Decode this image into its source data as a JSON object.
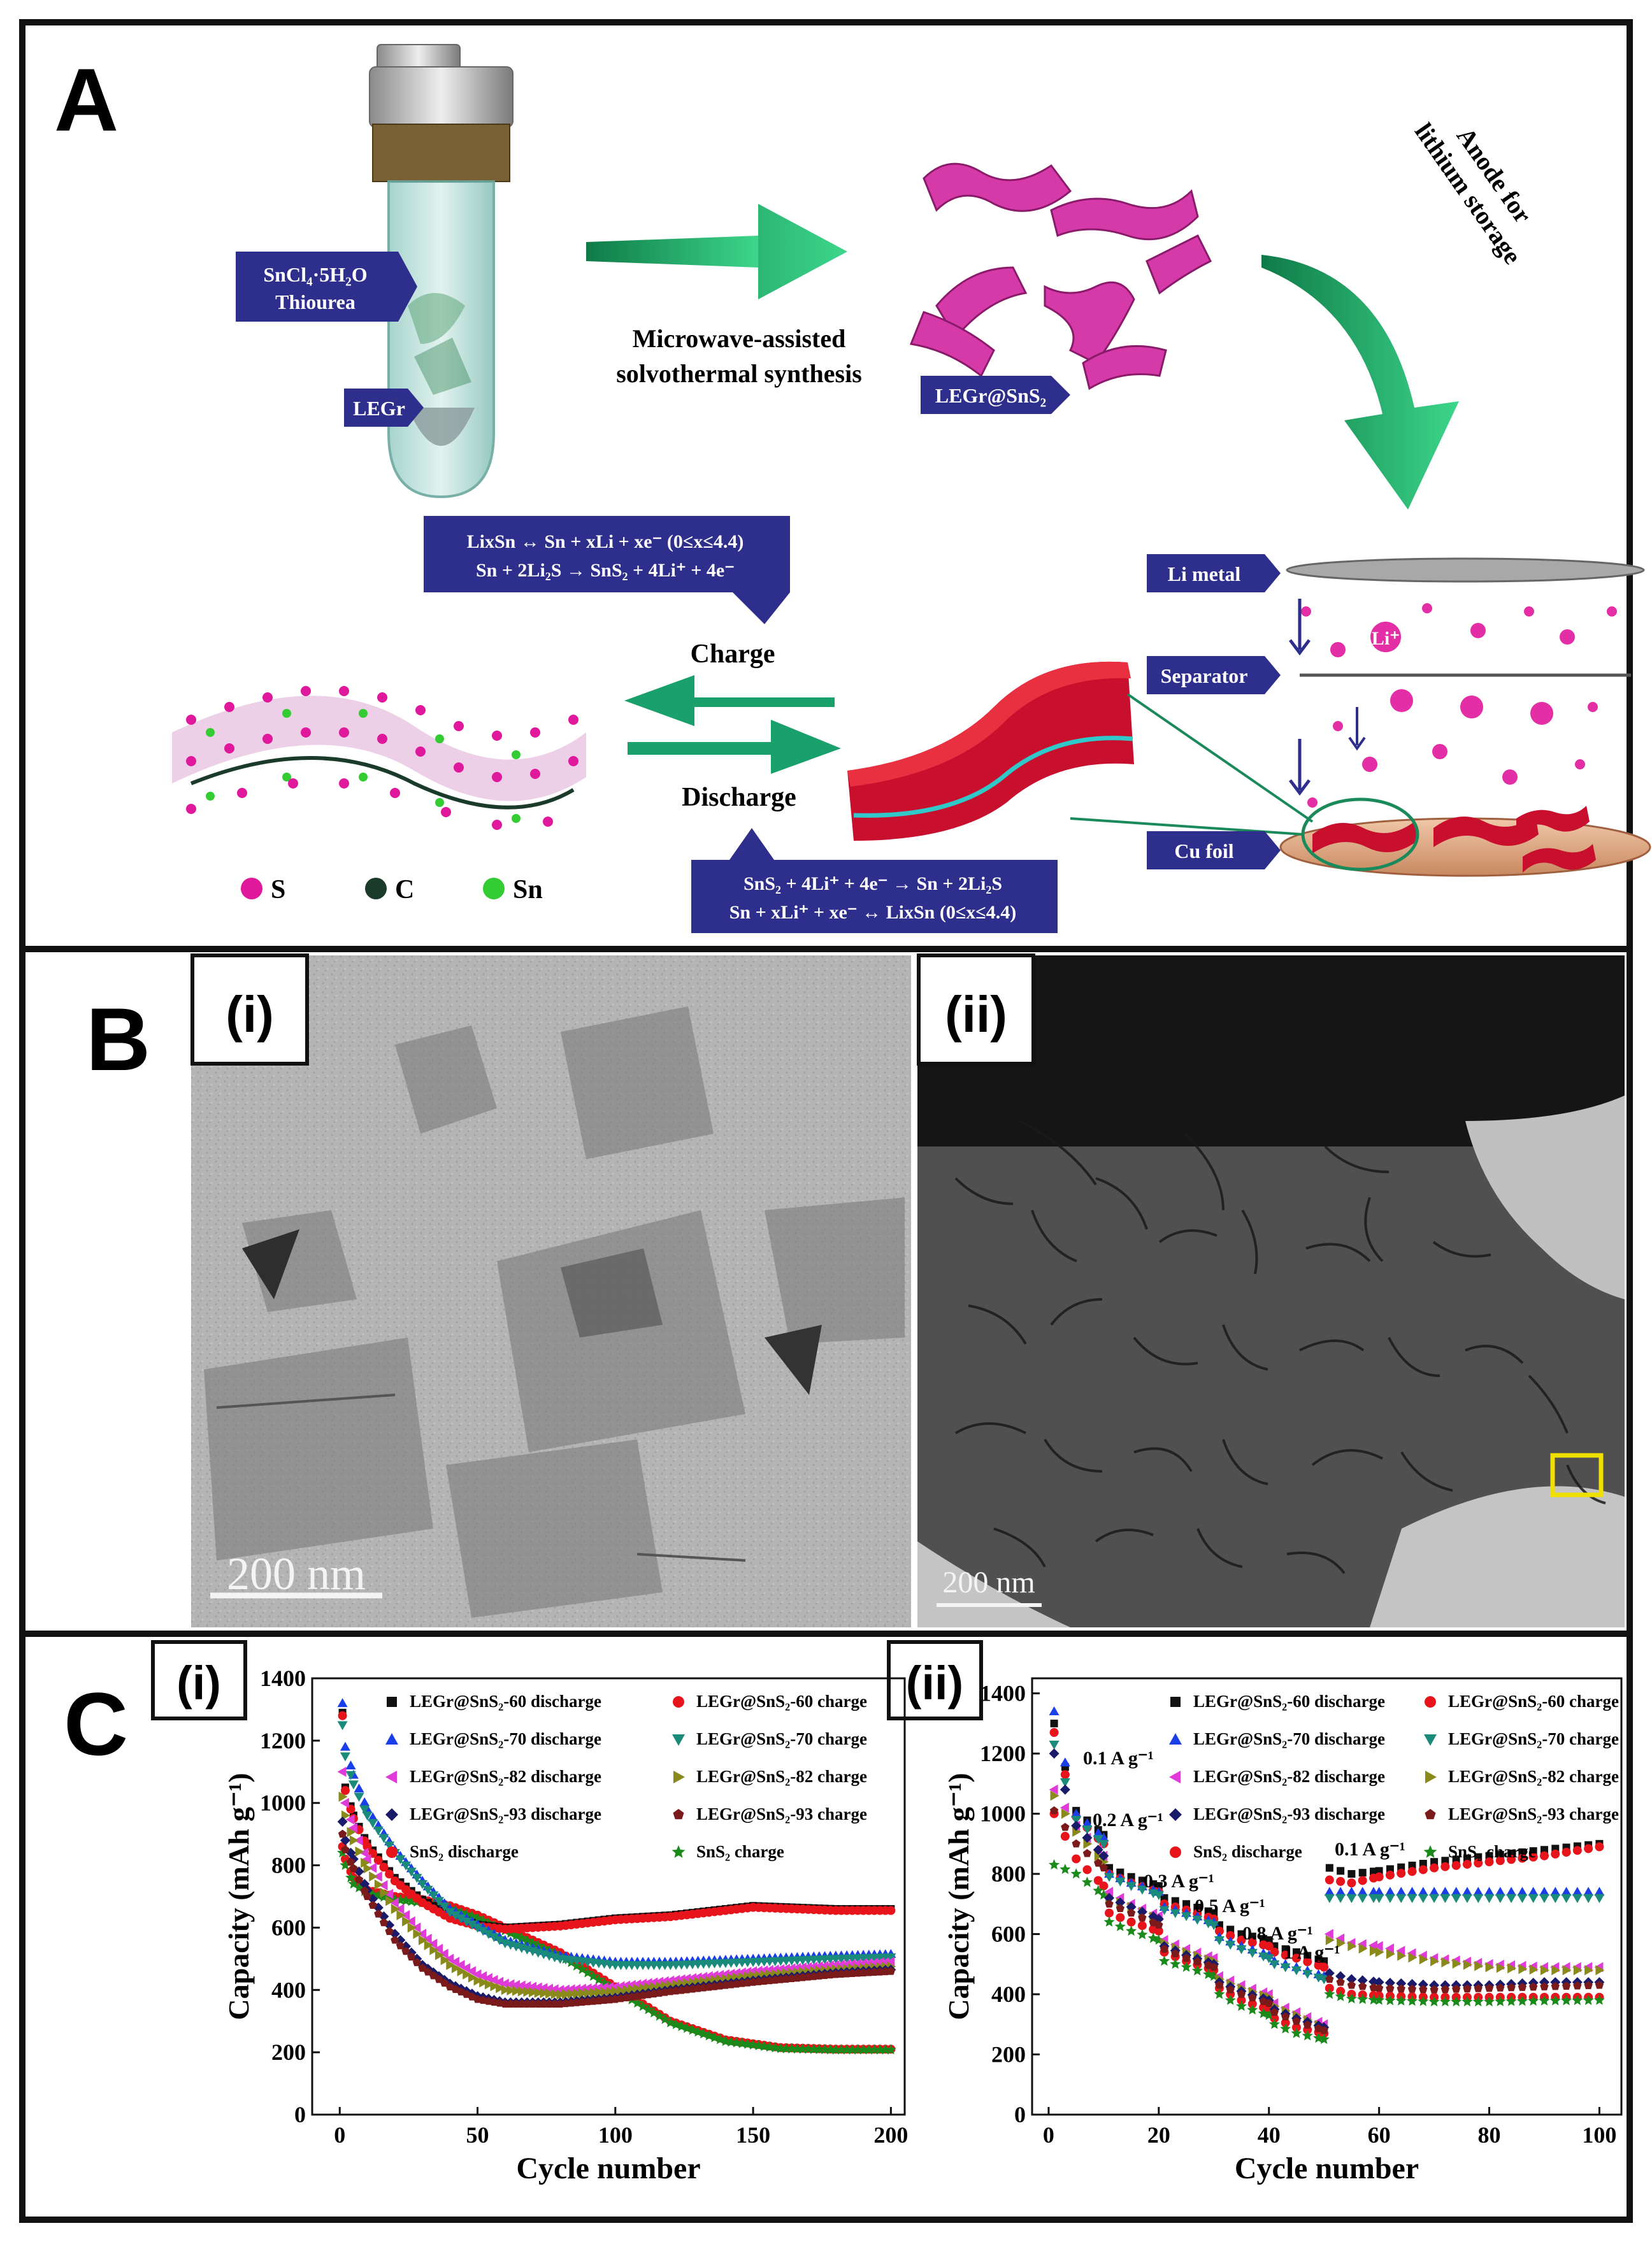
{
  "panel_letters": {
    "a": "A",
    "b": "B",
    "c": "C"
  },
  "panel_a": {
    "tube_label_1": "SnCl₄·5H₂O",
    "tube_label_2": "Thiourea",
    "tube_label_3": "LEGr",
    "arrow_text_1": "Microwave-assisted",
    "arrow_text_2": "solvothermal synthesis",
    "product_label": "LEGr@SnS₂",
    "anode_text_1": "Anode for",
    "anode_text_2": "lithium storage",
    "charge_eq_1": "LixSn ↔ Sn + xLi + xe⁻ (0≤x≤4.4)",
    "charge_eq_2": "Sn + 2Li₂S → SnS₂ + 4Li⁺ + 4e⁻",
    "charge_label": "Charge",
    "discharge_label": "Discharge",
    "discharge_eq_1": "SnS₂ + 4Li⁺ + 4e⁻ → Sn + 2Li₂S",
    "discharge_eq_2": "Sn + xLi⁺ + xe⁻ ↔ LixSn (0≤x≤4.4)",
    "cell_li_metal": "Li metal",
    "cell_separator": "Separator",
    "cell_cu_foil": "Cu foil",
    "li_ion": "Li⁺",
    "atom_s": "S",
    "atom_c": "C",
    "atom_sn": "Sn",
    "colors": {
      "badge": "#2e2e8c",
      "arrow": "#1aa06a",
      "sheet_pink": "#d63aa8",
      "anode_red": "#c8102e",
      "sn_green": "#33cc33"
    }
  },
  "panel_b": {
    "sub_i": "(i)",
    "sub_ii": "(ii)",
    "scale_i": "200 nm",
    "scale_ii": "200 nm"
  },
  "panel_c": {
    "sub_i": "(i)",
    "sub_ii": "(ii)",
    "rate_labels": [
      "0.1 A g⁻¹",
      "0.2 A g⁻¹",
      "0.3 A g⁻¹",
      "0.5 A g⁻¹",
      "0.8 A g⁻¹",
      "1 A g⁻¹",
      "0.1 A g⁻¹"
    ]
  },
  "chart_data": [
    {
      "type": "scatter",
      "xlabel": "Cycle number",
      "ylabel": "Capacity (mAh g⁻¹)",
      "xlim": [
        -10,
        205
      ],
      "ylim": [
        0,
        1400
      ],
      "xticks": [
        0,
        50,
        100,
        150,
        200
      ],
      "yticks": [
        0,
        200,
        400,
        600,
        800,
        1000,
        1200,
        1400
      ],
      "legend_placement": "top-right, two columns",
      "series": [
        {
          "name": "LEGr@SnS₂-60 discharge",
          "color": "#111111",
          "marker": "square",
          "x": [
            1,
            2,
            5,
            10,
            20,
            30,
            40,
            50,
            60,
            80,
            100,
            120,
            150,
            180,
            200
          ],
          "y": [
            1290,
            1050,
            960,
            870,
            760,
            690,
            640,
            610,
            600,
            610,
            630,
            640,
            670,
            660,
            660
          ]
        },
        {
          "name": "LEGr@SnS₂-60 charge",
          "color": "#e8141c",
          "marker": "circle",
          "x": [
            1,
            2,
            5,
            10,
            20,
            30,
            40,
            50,
            60,
            80,
            100,
            120,
            150,
            180,
            200
          ],
          "y": [
            1280,
            1040,
            950,
            860,
            750,
            680,
            630,
            605,
            595,
            605,
            625,
            635,
            665,
            655,
            655
          ]
        },
        {
          "name": "LEGr@SnS₂-70 discharge",
          "color": "#1a3ee8",
          "marker": "triangle",
          "x": [
            1,
            2,
            5,
            10,
            20,
            30,
            40,
            50,
            60,
            80,
            100,
            120,
            150,
            180,
            200
          ],
          "y": [
            1320,
            1180,
            1090,
            980,
            850,
            750,
            660,
            610,
            560,
            510,
            490,
            490,
            500,
            510,
            515
          ]
        },
        {
          "name": "LEGr@SnS₂-70 charge",
          "color": "#1a8a7a",
          "marker": "triangle-down",
          "x": [
            1,
            2,
            5,
            10,
            20,
            30,
            40,
            50,
            60,
            80,
            100,
            120,
            150,
            180,
            200
          ],
          "y": [
            1250,
            1150,
            1060,
            960,
            840,
            740,
            650,
            600,
            550,
            500,
            480,
            480,
            490,
            500,
            505
          ]
        },
        {
          "name": "LEGr@SnS₂-82 discharge",
          "color": "#e03ad8",
          "marker": "triangle-left",
          "x": [
            1,
            2,
            5,
            10,
            20,
            30,
            40,
            50,
            60,
            80,
            100,
            120,
            150,
            180,
            200
          ],
          "y": [
            1100,
            1000,
            920,
            820,
            680,
            580,
            500,
            450,
            420,
            400,
            410,
            430,
            460,
            480,
            490
          ]
        },
        {
          "name": "LEGr@SnS₂-82 charge",
          "color": "#8a8a1a",
          "marker": "triangle-right",
          "x": [
            1,
            2,
            5,
            10,
            20,
            30,
            40,
            50,
            60,
            80,
            100,
            120,
            150,
            180,
            200
          ],
          "y": [
            1020,
            960,
            880,
            790,
            660,
            560,
            480,
            430,
            400,
            385,
            395,
            415,
            445,
            465,
            475
          ]
        },
        {
          "name": "LEGr@SnS₂-93 discharge",
          "color": "#1a1a6a",
          "marker": "diamond",
          "x": [
            1,
            2,
            5,
            10,
            20,
            30,
            40,
            50,
            60,
            80,
            100,
            120,
            150,
            180,
            200
          ],
          "y": [
            940,
            880,
            820,
            720,
            580,
            480,
            420,
            380,
            360,
            360,
            375,
            400,
            430,
            455,
            465
          ]
        },
        {
          "name": "LEGr@SnS₂-93 charge",
          "color": "#7a1a1a",
          "marker": "pentagon",
          "x": [
            1,
            2,
            5,
            10,
            20,
            30,
            40,
            50,
            60,
            80,
            100,
            120,
            150,
            180,
            200
          ],
          "y": [
            900,
            850,
            790,
            700,
            560,
            470,
            410,
            370,
            355,
            355,
            370,
            395,
            425,
            450,
            460
          ]
        },
        {
          "name": "SnS₂ discharge",
          "color": "#e8141c",
          "marker": "circle",
          "x": [
            1,
            2,
            5,
            10,
            20,
            30,
            40,
            50,
            60,
            80,
            100,
            120,
            140,
            160,
            180,
            200
          ],
          "y": [
            860,
            820,
            760,
            720,
            700,
            690,
            670,
            640,
            600,
            520,
            410,
            300,
            240,
            215,
            210,
            210
          ]
        },
        {
          "name": "SnS₂ charge",
          "color": "#1a8a1a",
          "marker": "star",
          "x": [
            1,
            2,
            5,
            10,
            20,
            30,
            40,
            50,
            60,
            80,
            100,
            120,
            140,
            160,
            180,
            200
          ],
          "y": [
            840,
            800,
            740,
            710,
            690,
            680,
            660,
            630,
            590,
            510,
            400,
            295,
            235,
            212,
            208,
            208
          ]
        }
      ]
    },
    {
      "type": "scatter",
      "xlabel": "Cycle number",
      "ylabel": "Capacity (mAh g⁻¹)",
      "xlim": [
        -3,
        104
      ],
      "ylim": [
        0,
        1450
      ],
      "xticks": [
        0,
        20,
        40,
        60,
        80,
        100
      ],
      "yticks": [
        0,
        200,
        400,
        600,
        800,
        1000,
        1200,
        1400
      ],
      "legend_placement": "top-right, two columns",
      "series": [
        {
          "name": "LEGr@SnS₂-60 discharge",
          "color": "#111111",
          "marker": "square",
          "x": [
            1,
            5,
            10,
            11,
            15,
            20,
            21,
            25,
            30,
            31,
            35,
            40,
            41,
            45,
            50,
            51,
            55,
            60,
            70,
            80,
            90,
            100
          ],
          "y": [
            1300,
            1010,
            930,
            820,
            790,
            760,
            720,
            700,
            670,
            630,
            600,
            580,
            560,
            540,
            510,
            820,
            800,
            810,
            840,
            860,
            880,
            900
          ]
        },
        {
          "name": "LEGr@SnS₂-60 charge",
          "color": "#e8141c",
          "marker": "circle",
          "x": [
            1,
            5,
            10,
            11,
            15,
            20,
            21,
            25,
            30,
            31,
            35,
            40,
            41,
            45,
            50,
            51,
            55,
            60,
            70,
            80,
            90,
            100
          ],
          "y": [
            1270,
            990,
            900,
            800,
            770,
            740,
            700,
            680,
            650,
            610,
            580,
            560,
            540,
            520,
            490,
            780,
            770,
            790,
            820,
            840,
            860,
            890
          ]
        },
        {
          "name": "LEGr@SnS₂-70 discharge",
          "color": "#1a3ee8",
          "marker": "triangle",
          "x": [
            1,
            5,
            10,
            11,
            15,
            20,
            21,
            25,
            30,
            31,
            35,
            40,
            41,
            45,
            50,
            51,
            55,
            60,
            70,
            80,
            90,
            100
          ],
          "y": [
            1340,
            1000,
            920,
            800,
            770,
            740,
            690,
            670,
            640,
            590,
            560,
            530,
            510,
            490,
            460,
            740,
            740,
            740,
            740,
            740,
            740,
            740
          ]
        },
        {
          "name": "LEGr@SnS₂-70 charge",
          "color": "#1a8a7a",
          "marker": "triangle-down",
          "x": [
            1,
            5,
            10,
            11,
            15,
            20,
            21,
            25,
            30,
            31,
            35,
            40,
            41,
            45,
            50,
            51,
            55,
            60,
            70,
            80,
            90,
            100
          ],
          "y": [
            1230,
            980,
            900,
            790,
            760,
            730,
            680,
            660,
            630,
            580,
            550,
            520,
            500,
            480,
            450,
            720,
            720,
            720,
            720,
            720,
            720,
            720
          ]
        },
        {
          "name": "LEGr@SnS₂-82 discharge",
          "color": "#e03ad8",
          "marker": "triangle-left",
          "x": [
            1,
            5,
            10,
            11,
            15,
            20,
            21,
            25,
            30,
            31,
            35,
            40,
            41,
            45,
            50,
            51,
            55,
            60,
            70,
            80,
            90,
            100
          ],
          "y": [
            1080,
            960,
            860,
            740,
            700,
            660,
            580,
            550,
            520,
            460,
            430,
            400,
            370,
            340,
            300,
            600,
            570,
            560,
            520,
            500,
            490,
            490
          ]
        },
        {
          "name": "LEGr@SnS₂-82 charge",
          "color": "#8a8a1a",
          "marker": "triangle-right",
          "x": [
            1,
            5,
            10,
            11,
            15,
            20,
            21,
            25,
            30,
            31,
            35,
            40,
            41,
            45,
            50,
            51,
            55,
            60,
            70,
            80,
            90,
            100
          ],
          "y": [
            1060,
            940,
            840,
            720,
            690,
            650,
            570,
            540,
            510,
            450,
            420,
            390,
            360,
            330,
            290,
            580,
            560,
            540,
            510,
            490,
            480,
            480
          ]
        },
        {
          "name": "LEGr@SnS₂-93 discharge",
          "color": "#1a1a6a",
          "marker": "diamond",
          "x": [
            1,
            5,
            10,
            11,
            15,
            20,
            21,
            25,
            30,
            31,
            35,
            40,
            41,
            45,
            50,
            51,
            55,
            60,
            70,
            80,
            90,
            100
          ],
          "y": [
            1200,
            960,
            860,
            720,
            690,
            650,
            560,
            530,
            500,
            440,
            410,
            380,
            350,
            320,
            290,
            470,
            450,
            440,
            430,
            430,
            440,
            440
          ]
        },
        {
          "name": "LEGr@SnS₂-93 charge",
          "color": "#7a1a1a",
          "marker": "pentagon",
          "x": [
            1,
            5,
            10,
            11,
            15,
            20,
            21,
            25,
            30,
            31,
            35,
            40,
            41,
            45,
            50,
            51,
            55,
            60,
            70,
            80,
            90,
            100
          ],
          "y": [
            1010,
            900,
            820,
            700,
            670,
            630,
            550,
            520,
            490,
            430,
            400,
            370,
            340,
            310,
            280,
            450,
            430,
            420,
            415,
            420,
            425,
            430
          ]
        },
        {
          "name": "SnS₂ discharge",
          "color": "#e8141c",
          "marker": "circle",
          "x": [
            1,
            5,
            10,
            11,
            15,
            20,
            21,
            25,
            30,
            31,
            35,
            40,
            41,
            45,
            50,
            51,
            55,
            60,
            70,
            80,
            90,
            100
          ],
          "y": [
            1000,
            850,
            760,
            670,
            640,
            610,
            540,
            510,
            480,
            420,
            380,
            350,
            320,
            290,
            270,
            420,
            400,
            395,
            390,
            390,
            390,
            390
          ]
        },
        {
          "name": "SnS₂ charge",
          "color": "#1a8a1a",
          "marker": "star",
          "x": [
            1,
            5,
            10,
            11,
            15,
            20,
            21,
            25,
            30,
            31,
            35,
            40,
            41,
            45,
            50,
            51,
            55,
            60,
            70,
            80,
            90,
            100
          ],
          "y": [
            830,
            800,
            730,
            640,
            610,
            580,
            510,
            490,
            460,
            400,
            360,
            330,
            300,
            270,
            250,
            400,
            385,
            380,
            375,
            375,
            378,
            380
          ]
        }
      ]
    }
  ]
}
